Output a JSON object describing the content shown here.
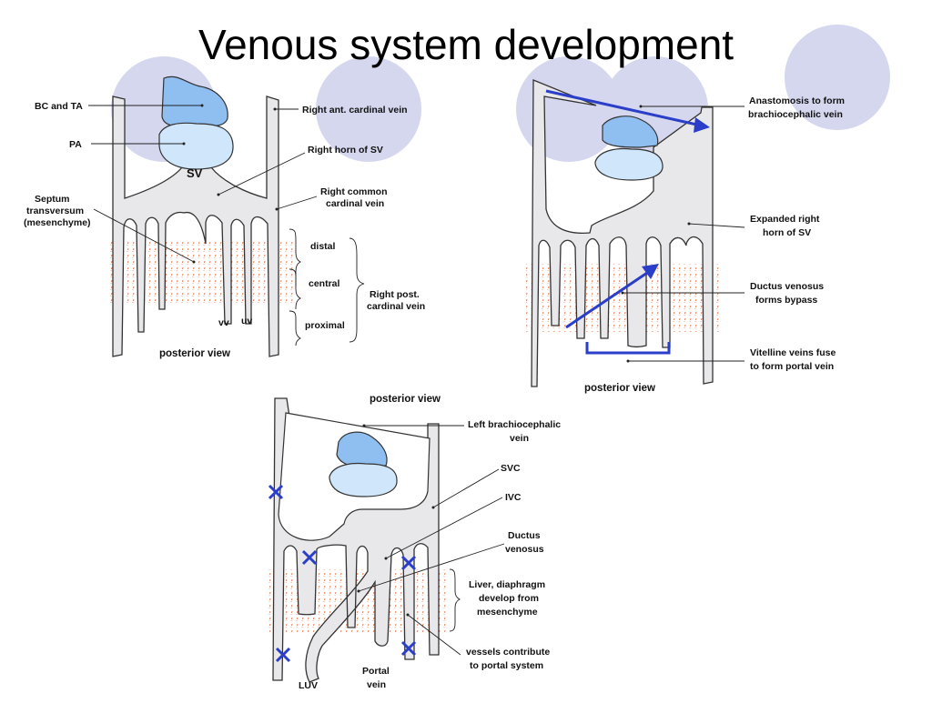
{
  "title": "Venous system development",
  "colors": {
    "vessel_fill": "#e8e8ea",
    "vessel_stroke": "#333333",
    "heart_dark": "#8fbef0",
    "heart_light": "#cfe6fb",
    "hatch": "#e07a50",
    "arrow": "#2a3ec8",
    "cross": "#2a3ec8",
    "decor_circle": "#d5d7ef"
  },
  "panel1": {
    "bc_ta": "BC and TA",
    "pa": "PA",
    "sv": "SV",
    "septum": [
      "Septum",
      "transversum",
      "(mesenchyme)"
    ],
    "right_ant": "Right ant. cardinal vein",
    "right_horn": "Right horn of SV",
    "right_common": [
      "Right common",
      "cardinal vein"
    ],
    "distal": "distal",
    "central": "central",
    "proximal": "proximal",
    "right_post": [
      "Right post.",
      "cardinal vein"
    ],
    "vv": "vv",
    "uv": "uv",
    "view": "posterior view"
  },
  "panel2": {
    "anastomosis": [
      "Anastomosis to form",
      "brachiocephalic vein"
    ],
    "expanded": [
      "Expanded right",
      "horn of SV"
    ],
    "ductus": [
      "Ductus venosus",
      "forms bypass"
    ],
    "vitelline": [
      "Vitelline veins fuse",
      "to form portal vein"
    ],
    "view": "posterior view"
  },
  "panel3": {
    "view": "posterior view",
    "left_brachio": [
      "Left brachiocephalic",
      "vein"
    ],
    "svc": "SVC",
    "ivc": "IVC",
    "ductus": [
      "Ductus",
      "venosus"
    ],
    "liver": [
      "Liver, diaphragm",
      "develop from",
      "mesenchyme"
    ],
    "vessels": [
      "vessels contribute",
      "to portal system"
    ],
    "luv": "LUV",
    "portal": [
      "Portal",
      "vein"
    ]
  }
}
